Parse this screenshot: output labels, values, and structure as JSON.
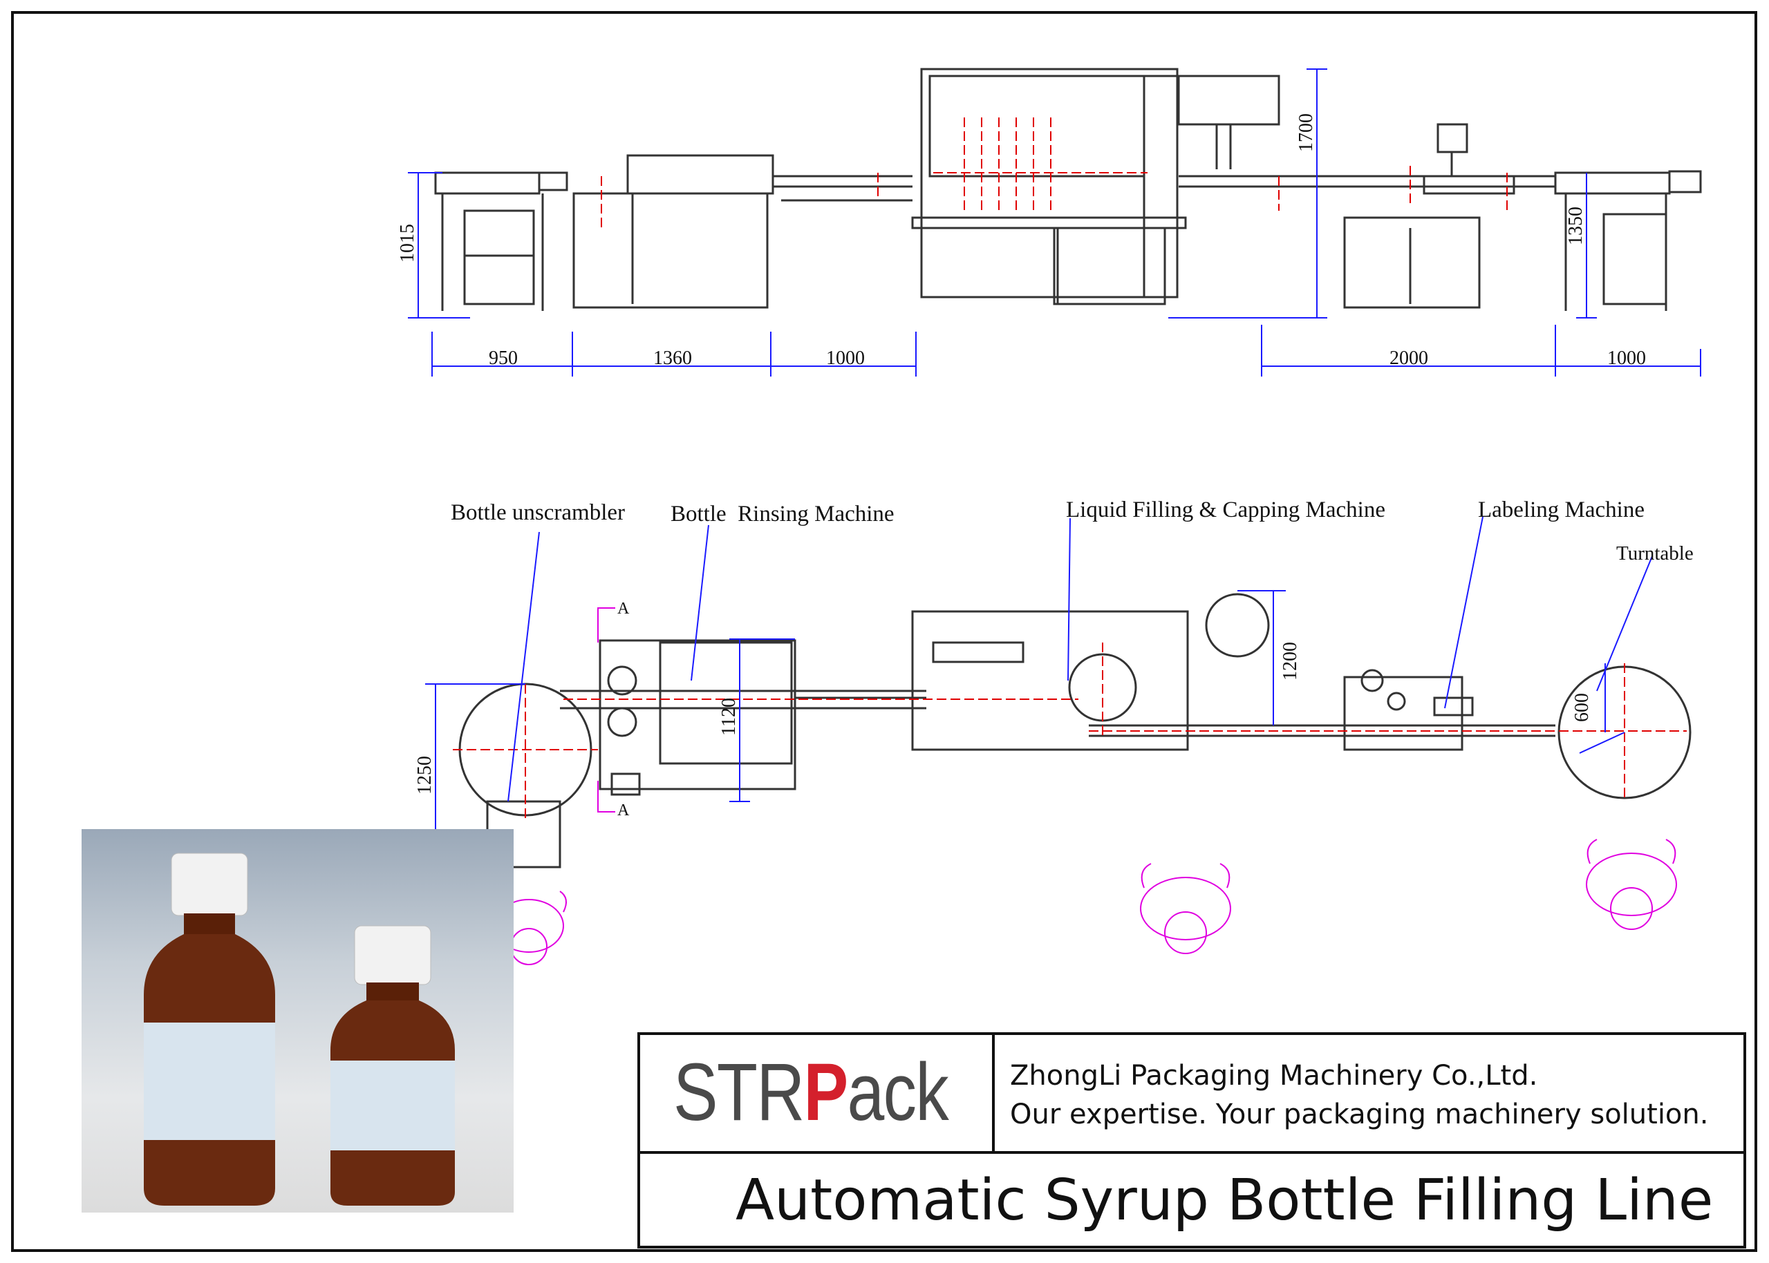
{
  "elevation_dimensions": {
    "height_1015": "1015",
    "height_1700": "1700",
    "height_1350": "1350",
    "w_950": "950",
    "w_1360": "1360",
    "w_1000_a": "1000",
    "w_2000": "2000",
    "w_1000_b": "1000"
  },
  "plan_dimensions": {
    "d_1250": "1250",
    "d_1120": "1120",
    "d_1200": "1200",
    "d_600": "600"
  },
  "section_marks": {
    "top": "A",
    "bottom": "A"
  },
  "machine_labels": {
    "unscrambler": "Bottle unscrambler",
    "rinsing": "Bottle  Rinsing Machine",
    "filling": "Liquid Filling & Capping Machine",
    "labeling": "Labeling Machine",
    "turntable": "Turntable"
  },
  "title_block": {
    "logo_prefix": "STR",
    "logo_mark": "P",
    "logo_suffix": "ack",
    "company_name": "ZhongLi Packaging Machinery Co.,Ltd.",
    "slogan": "Our expertise. Your packaging machinery solution.",
    "title": "Automatic Syrup Bottle Filling Line"
  },
  "colors": {
    "drawing_line": "#333333",
    "dimension": "#1a1aff",
    "centerline": "#e00000",
    "operator": "#e000e0",
    "logo_red": "#d4202c",
    "bottle_amber": "#6a2a10"
  }
}
